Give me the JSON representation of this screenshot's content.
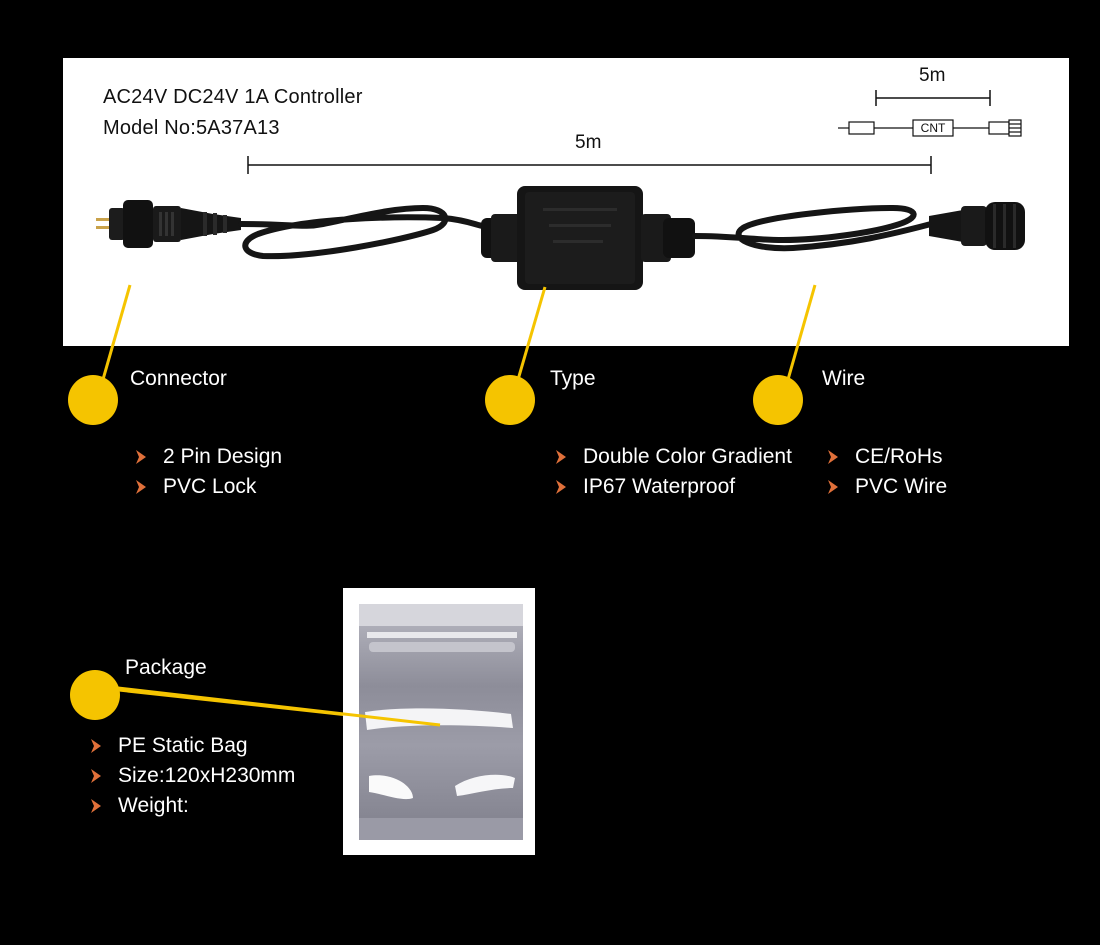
{
  "product": {
    "title": "AC24V DC24V 1A Controller",
    "model": "Model No:5A37A13",
    "cable_length": "5m",
    "diagram_length": "5m",
    "diagram_box_label": "CNT"
  },
  "sections": {
    "connector": {
      "title": "Connector",
      "items": [
        "2 Pin Design",
        "PVC Lock"
      ]
    },
    "type": {
      "title": "Type",
      "items": [
        "Double Color Gradient",
        "IP67 Waterproof"
      ]
    },
    "wire": {
      "title": "Wire",
      "items": [
        "CE/RoHs",
        "PVC Wire"
      ]
    },
    "package": {
      "title": "Package",
      "items": [
        "PE Static Bag",
        "Size:120xH230mm",
        "Weight:"
      ]
    }
  },
  "colors": {
    "accent": "#f5c400",
    "arrow": "#e0703a",
    "background": "#000000"
  }
}
